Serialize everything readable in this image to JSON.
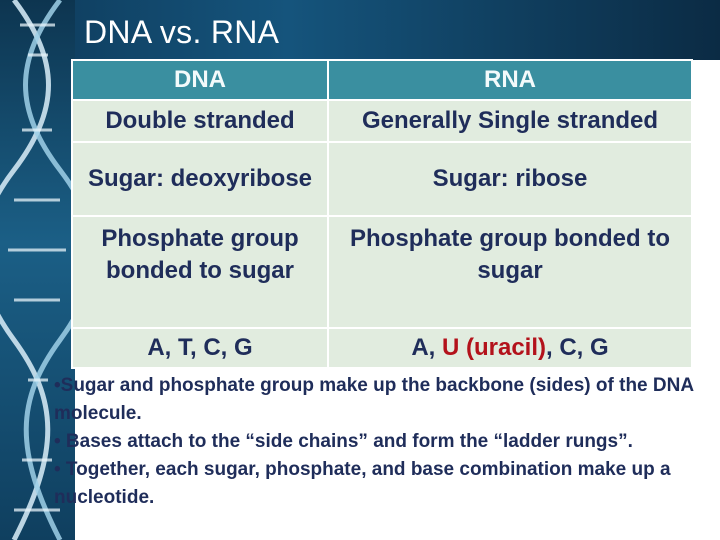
{
  "slide": {
    "title": "DNA vs. RNA",
    "colors": {
      "header": "#3a8fa0",
      "cell": "#e1ecdf",
      "text": "#1f2d5a",
      "highlight": "#b3121b"
    }
  },
  "table": {
    "headers": [
      "DNA",
      "RNA"
    ],
    "rows": [
      {
        "dna": "Double stranded",
        "rna": "Generally Single stranded"
      },
      {
        "dna": "Sugar: deoxyribose",
        "rna": "Sugar: ribose"
      },
      {
        "dna": "Phosphate group bonded to sugar",
        "rna": "Phosphate group bonded to sugar"
      },
      {
        "dna": "A, T, C, G",
        "rna_parts": [
          "A, ",
          "U (uracil)",
          ", C, G"
        ]
      }
    ]
  },
  "notes": [
    "•Sugar and phosphate group make up the backbone (sides) of the DNA molecule.",
    "• Bases attach to the “side chains” and form the “ladder rungs”.",
    "• Together, each sugar, phosphate, and base combination make up a nucleotide."
  ]
}
